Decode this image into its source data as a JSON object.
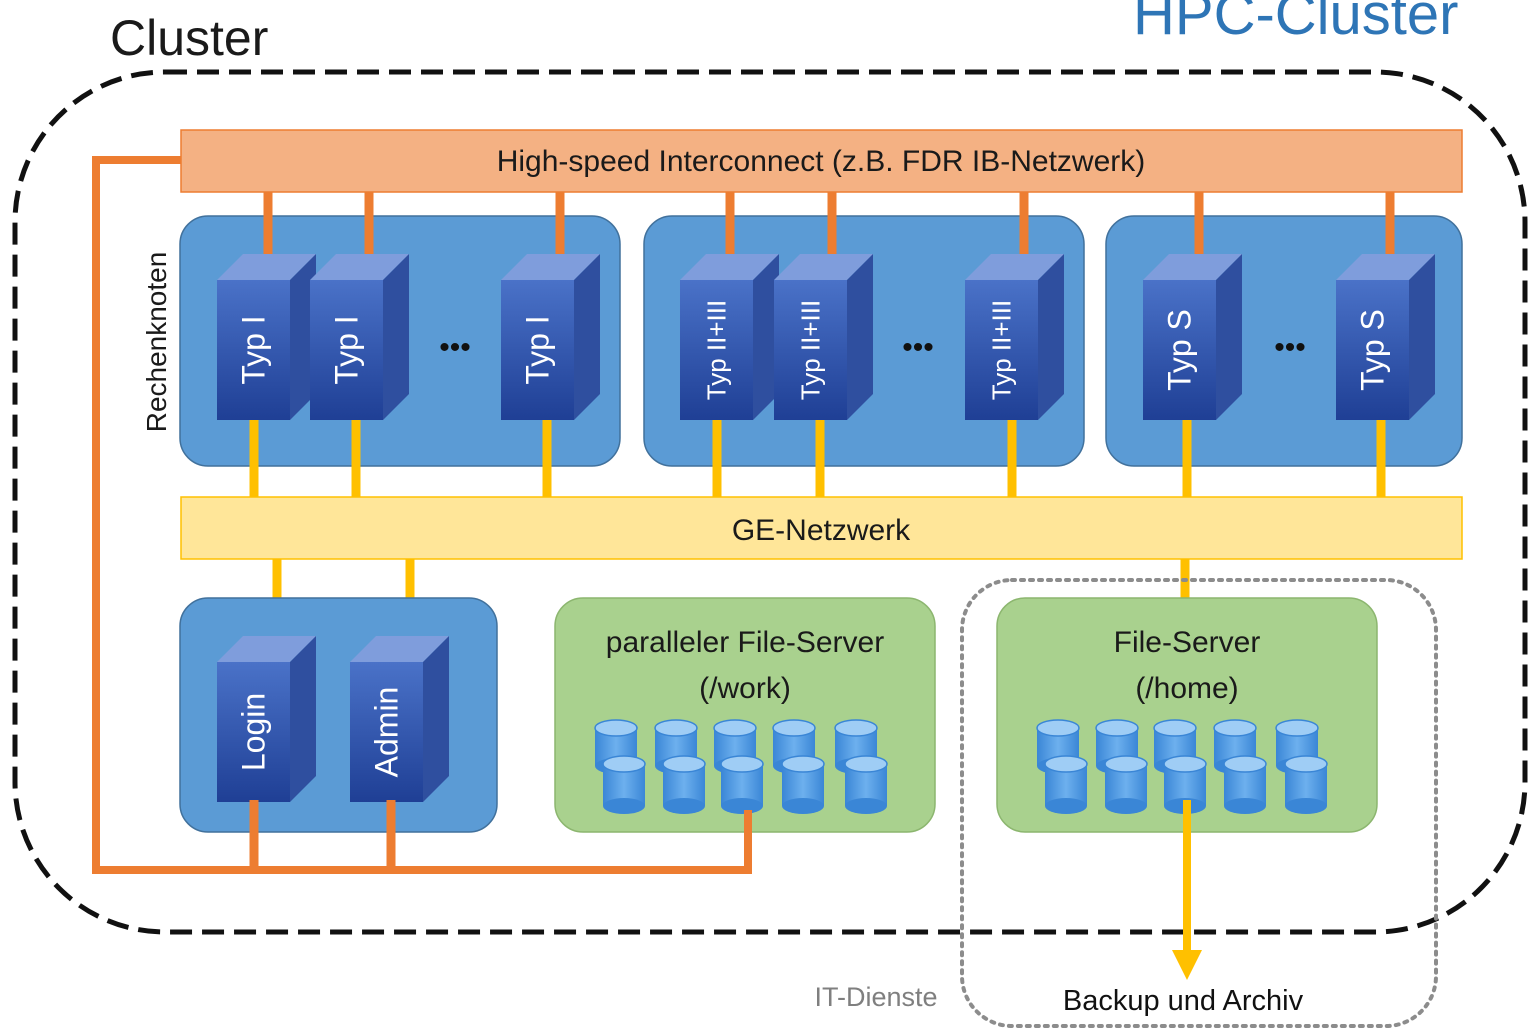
{
  "header": {
    "cluster_label": "Cluster",
    "slide_title_partial": "HPC-Cluster"
  },
  "interconnect": {
    "label": "High-speed Interconnect (z.B. FDR IB-Netzwerk)"
  },
  "ge_network": {
    "label": "GE-Netzwerk"
  },
  "compute": {
    "section_label": "Rechenknoten",
    "groups": [
      {
        "nodes": [
          "Typ I",
          "Typ I",
          "Typ I"
        ]
      },
      {
        "nodes": [
          "Typ II+III",
          "Typ II+III",
          "Typ II+III"
        ]
      },
      {
        "nodes": [
          "Typ S",
          "Typ S"
        ]
      }
    ],
    "ellipsis": "•••"
  },
  "service_nodes": [
    "Login",
    "Admin"
  ],
  "parallel_fileserver": {
    "line1": "paralleler File-Server",
    "line2": "(/work)"
  },
  "fileserver": {
    "line1": "File-Server",
    "line2": "(/home)"
  },
  "it_services": {
    "label": "IT-Dienste"
  },
  "backup": {
    "label": "Backup und Archiv"
  },
  "colors": {
    "interconnect_fill": "#f4b183",
    "interconnect_line": "#ed7d31",
    "ge_fill": "#ffe699",
    "ge_line": "#ffc000",
    "group_fill": "#5b9bd5",
    "storage_fill": "#a9d18e",
    "title_blue": "#2e75b6"
  }
}
